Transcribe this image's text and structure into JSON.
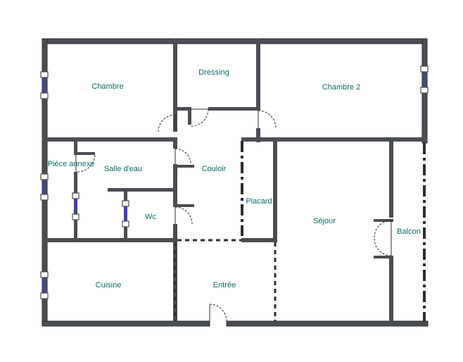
{
  "rooms": {
    "chambre": "Chambre",
    "dressing": "Dressing",
    "chambre2": "Chambre 2",
    "piece_annexe": "Pièce annexe",
    "salle_eau": "Salle d'eau",
    "couloir": "Couloir",
    "placard": "Placard",
    "sejour": "Séjour",
    "balcon": "Balcon",
    "wc": "Wc",
    "cuisine": "Cuisine",
    "entree": "Entrée"
  },
  "colors": {
    "wall": "#4a4d52",
    "label": "#0f6b64",
    "window": "#3a40c8"
  }
}
